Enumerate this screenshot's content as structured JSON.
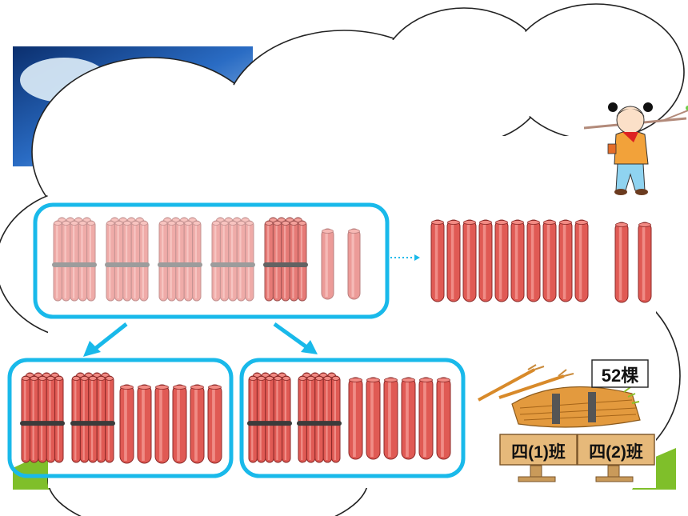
{
  "slide": {
    "count_label": "52棵",
    "class_labels": [
      "四(1)班",
      "四(2)班"
    ]
  },
  "top_group": {
    "bundles": 5,
    "singles": 2,
    "expanded_sticks": 12
  },
  "left_group": {
    "bundles": 2,
    "singles": 6
  },
  "right_group": {
    "bundles": 2,
    "singles": 6
  },
  "colors": {
    "frame": "#19b9ea",
    "stick": "#e05a54",
    "stick_dark": "#8c2a28",
    "band": "#3b3b3b",
    "sky": "#1a4f9a",
    "grass": "#7fbf2a",
    "sign": "#e6b97a"
  }
}
